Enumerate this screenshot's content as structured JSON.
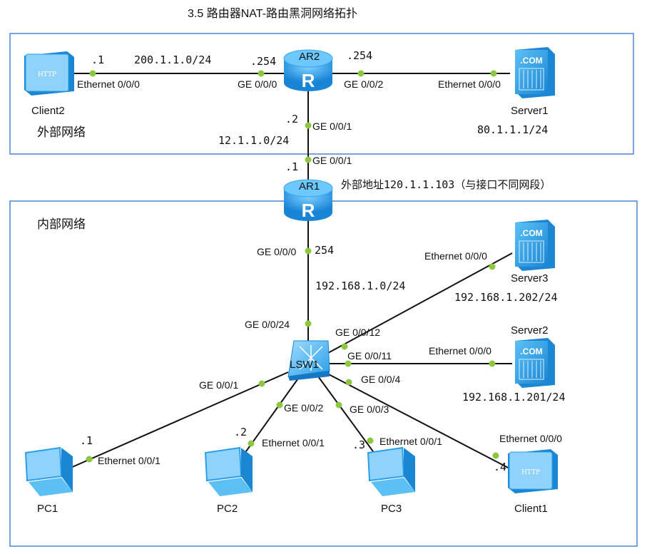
{
  "title": "3.5 路由器NAT-路由黑洞网络拓扑",
  "colors": {
    "zone_border": "#4a86d8",
    "link": "#111111",
    "port_dot": "#8dc63f",
    "device_blue": "#2a9ee8",
    "device_light": "#b9e3fb"
  },
  "zones": {
    "external": "外部网络",
    "internal": "内部网络"
  },
  "devices": {
    "ar2": "AR2",
    "ar1": "AR1",
    "lsw1": "LSW1",
    "client2": "Client2",
    "server1": "Server1",
    "server3": "Server3",
    "server2": "Server2",
    "pc1": "PC1",
    "pc2": "PC2",
    "pc3": "PC3",
    "client1": "Client1"
  },
  "device_icons": {
    "http_text": "HTTP",
    "com_text": ".COM"
  },
  "ports": {
    "client2_eth": "Ethernet 0/0/0",
    "ar2_ge000": "GE 0/0/0",
    "ar2_ge002": "GE 0/0/2",
    "server1_eth": "Ethernet 0/0/0",
    "ar2_ge001": "GE 0/0/1",
    "ar1_ge001": "GE 0/0/1",
    "ar1_ge000": "GE 0/0/0",
    "lsw_ge024": "GE 0/0/24",
    "lsw_ge012": "GE 0/0/12",
    "lsw_ge011": "GE 0/0/11",
    "lsw_ge004": "GE 0/0/4",
    "lsw_ge001": "GE 0/0/1",
    "lsw_ge002": "GE 0/0/2",
    "lsw_ge003": "GE 0/0/3",
    "server3_eth": "Ethernet 0/0/0",
    "server2_eth": "Ethernet 0/0/0",
    "pc1_eth": "Ethernet 0/0/1",
    "pc2_eth": "Ethernet 0/0/1",
    "pc3_eth": "Ethernet 0/0/1",
    "client1_eth": "Ethernet 0/0/0"
  },
  "addresses": {
    "client2_host": ".1",
    "net_200": "200.1.1.0/24",
    "ar2_254_left": ".254",
    "ar2_254_right": ".254",
    "server1_ip": "80.1.1.1/24",
    "ar2_dot2": ".2",
    "net_12": "12.1.1.0/24",
    "ar1_dot1": ".1",
    "ar1_external": "外部地址120.1.1.103（与接口不同网段）",
    "ar1_254": "254",
    "net_192": "192.168.1.0/24",
    "server3_ip": "192.168.1.202/24",
    "server2_ip": "192.168.1.201/24",
    "pc1_host": ".1",
    "pc2_host": ".2",
    "pc3_host": ".3",
    "client1_host": ".4"
  }
}
